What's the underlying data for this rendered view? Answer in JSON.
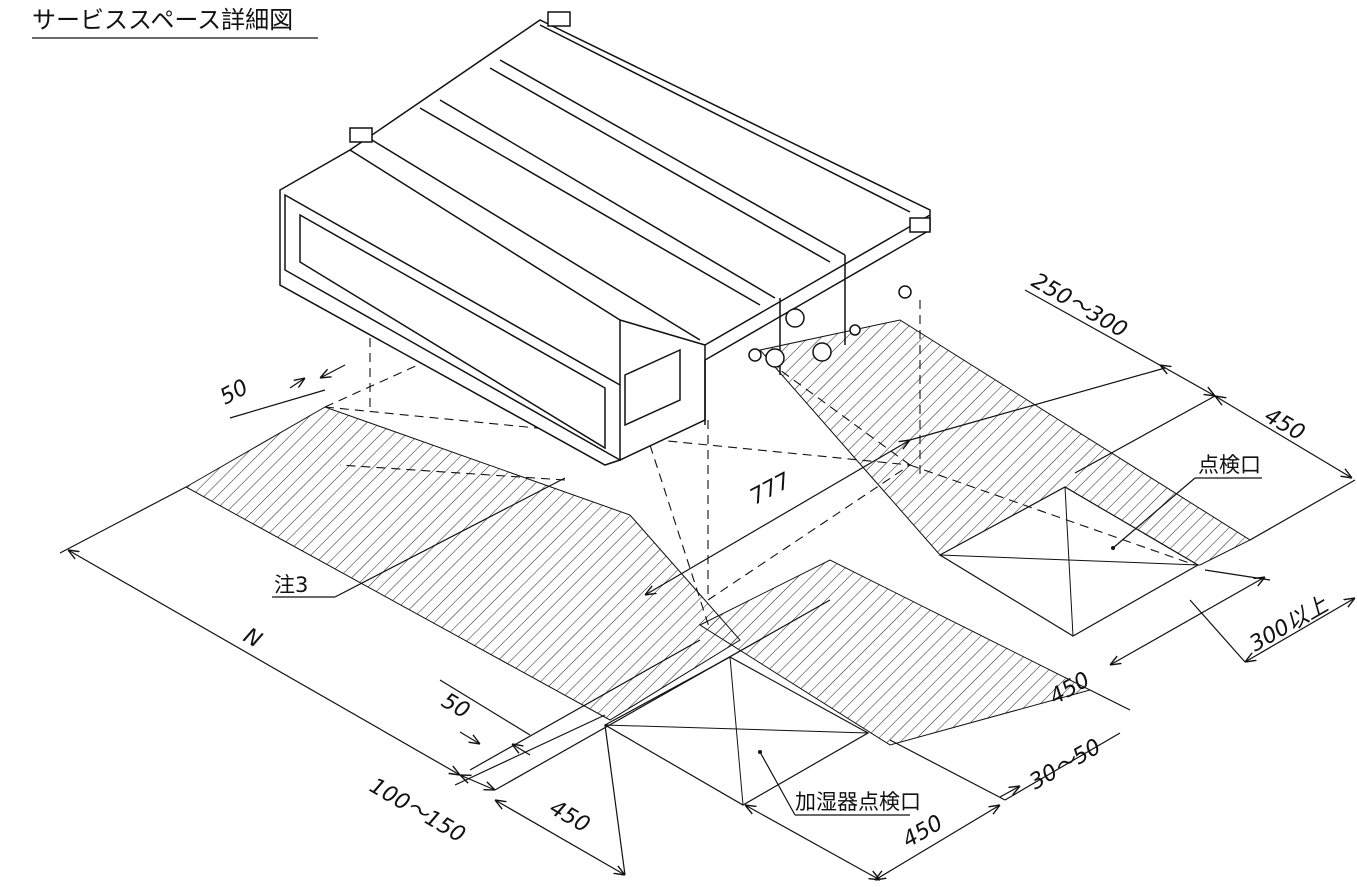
{
  "title": "サービススペース詳細図",
  "labels": {
    "note3": "注3",
    "inspection_port": "点検口",
    "humidifier_inspection_port": "加湿器点検口"
  },
  "dimensions": {
    "d50_top": "50",
    "d250_300": "250〜300",
    "d450_right": "450",
    "d777": "777",
    "dN": "N",
    "d300_over": "300以上",
    "d450_mid": "450",
    "d50_mid": "50",
    "d30_50": "30〜50",
    "d100_150": "100〜150",
    "d450_bottom_left": "450",
    "d450_bottom_right": "450"
  },
  "colors": {
    "line": "#111111",
    "background": "#ffffff"
  }
}
